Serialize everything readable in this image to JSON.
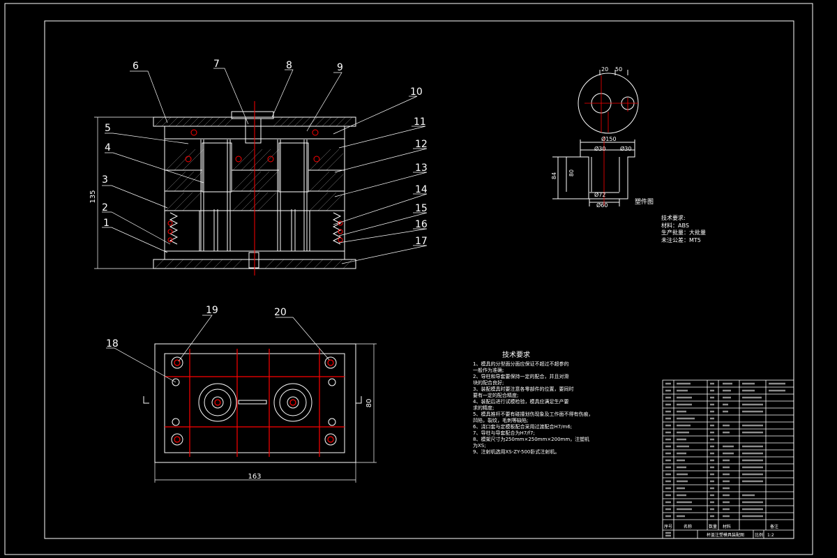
{
  "colors": {
    "background": "#000000",
    "line": "#ffffff",
    "dimension": "#ff0000",
    "hatch": "#ffffff"
  },
  "part_labels": [
    "1",
    "2",
    "3",
    "4",
    "5",
    "6",
    "7",
    "8",
    "9",
    "10",
    "11",
    "12",
    "13",
    "14",
    "15",
    "16",
    "17",
    "18",
    "19",
    "20"
  ],
  "dimensions": {
    "height_left": "135",
    "plan_width": "163",
    "plan_height": "80",
    "part_top_1": "20",
    "part_top_2": "50",
    "part_dia_150": "Ø150",
    "part_dia_a": "Ø30",
    "part_dia_b": "Ø30",
    "part_h_outer": "84",
    "part_h_inner": "80",
    "part_dia_72": "Ø72",
    "part_dia_60": "Ø60"
  },
  "part_drawing": {
    "caption": "塑件图",
    "req_title": "技术要求:",
    "material": "材料：ABS",
    "batch": "生产批量：大批量",
    "tolerance": "未注公差：MT5"
  },
  "tech_requirements": {
    "title": "技术要求",
    "lines": [
      "1、模具的分型面分面应保证不超过不超参的",
      "一般作为准确;",
      "2、导柱和导套要保持一定的配合，并且对滑",
      "块的配合良好;",
      "3、装配模具时要注意各零部件的位置，要同时",
      "要有一定的配合精度;",
      "4、装配后进行试模检验，模具应满足生产要",
      "求的精度;",
      "5、模具推杆不要有碰撞划伤现象及工作面不得有伤痕，",
      "凹陷，裂纹，毛刺等缺陷;",
      "6、浇口套与定模板配合采用过渡配合H7/m6;",
      "7、导柱与导套配合为H7/f7;",
      "8、模架尺寸为250mm×250mm×200mm，注塑机",
      "为XS;",
      "9、注射机选用XS-ZY-500卧式注射机。"
    ]
  },
  "title_block": {
    "drawing_title": "杯盖注塑模具装配图",
    "scale_label": "比例",
    "scale_value": "1:2",
    "footer_1": "序号",
    "footer_2": "名称",
    "footer_3": "数量",
    "footer_4": "材料",
    "footer_5": "备注"
  }
}
